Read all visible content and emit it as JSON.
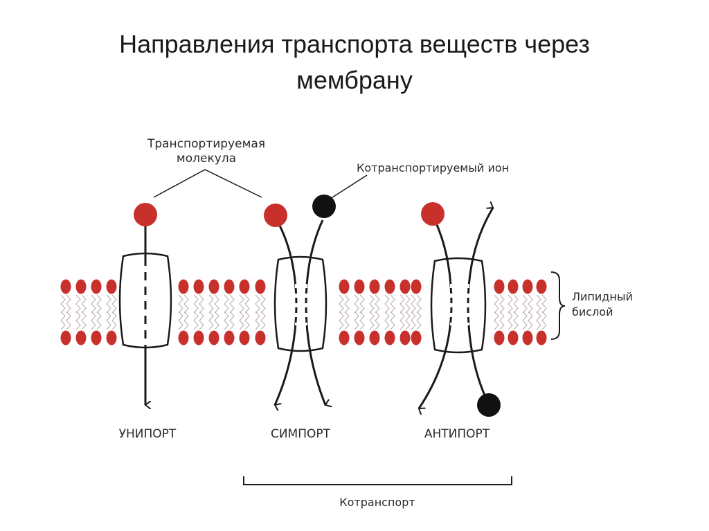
{
  "slide": {
    "title_line1": "Направления транспорта веществ через",
    "title_line2": "мембрану"
  },
  "diagram": {
    "label_transported_line1": "Транспортируемая",
    "label_transported_line2": "молекула",
    "label_cotransported_ion": "Котранспортируемый ион",
    "label_bilayer_line1": "Липидный",
    "label_bilayer_line2": "бислой",
    "label_uniport": "УНИПОРТ",
    "label_symport": "СИМПОРТ",
    "label_antiport": "АНТИПОРТ",
    "label_cotransport": "Котранспорт"
  },
  "colors": {
    "molecule": "#c8302c",
    "ion": "#111111",
    "lipid_head": "#c8302c",
    "protein_outline": "#1a1a1a"
  }
}
